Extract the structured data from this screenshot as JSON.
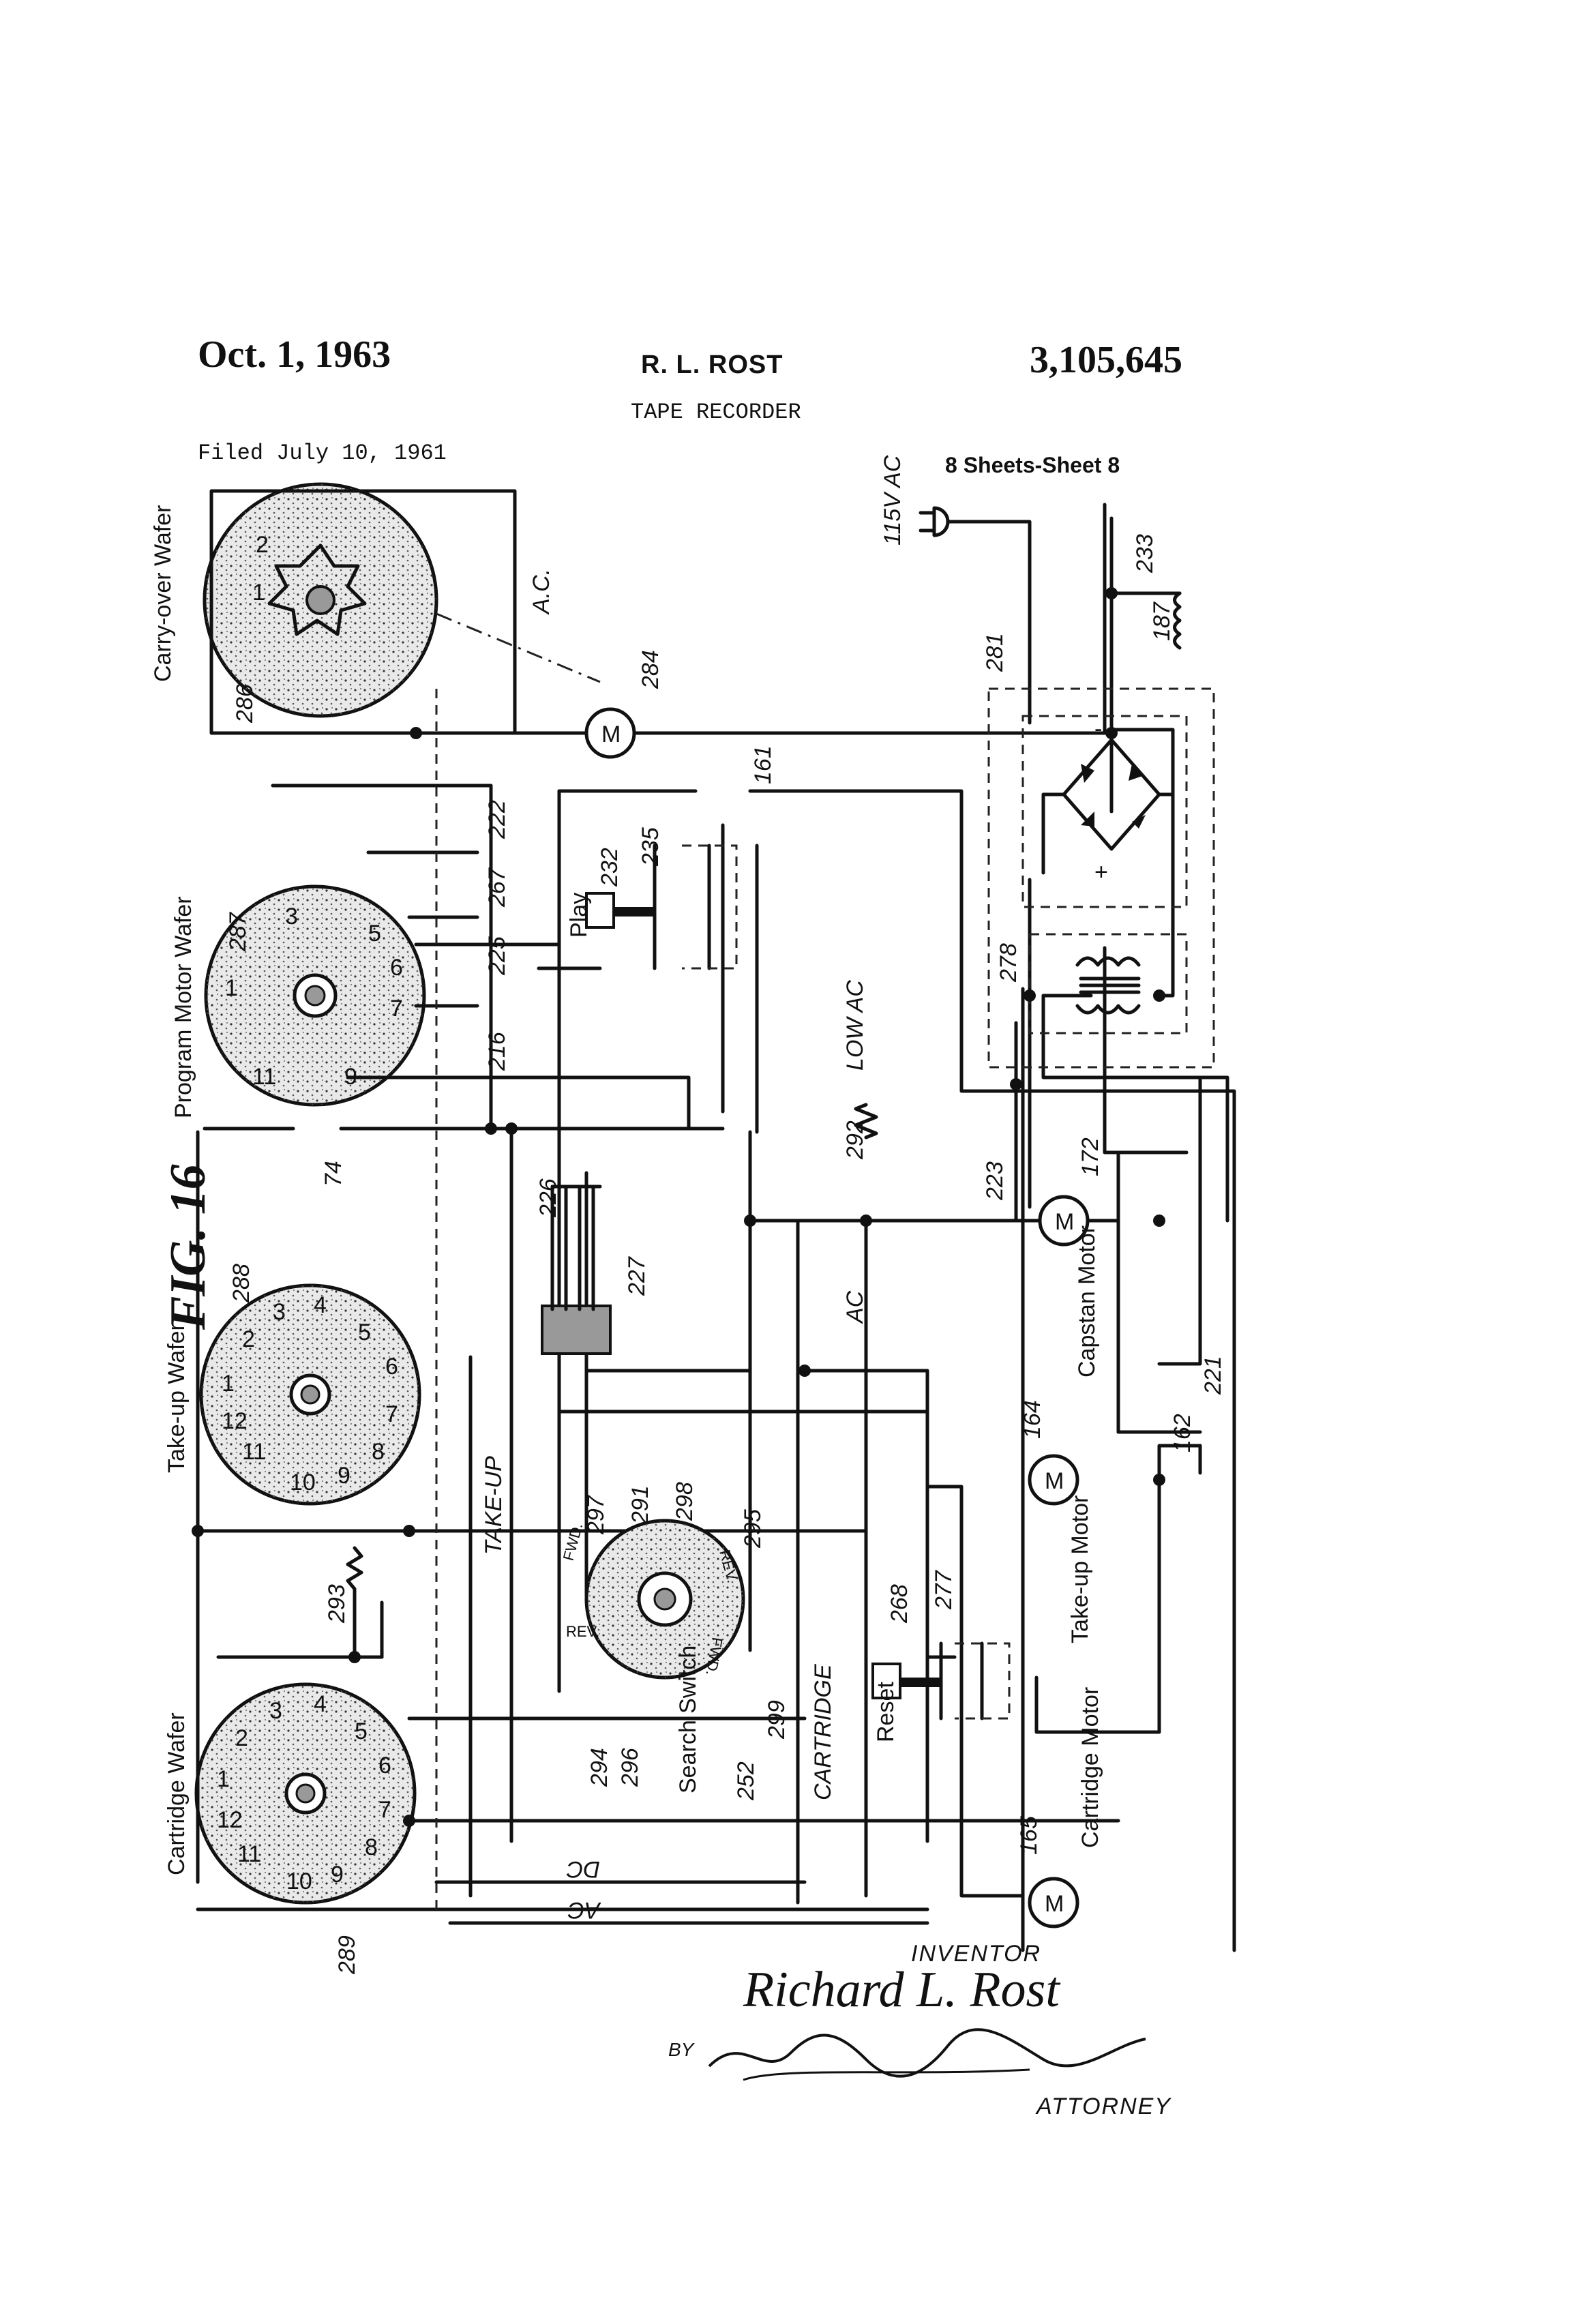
{
  "header": {
    "date": "Oct. 1, 1963",
    "inventor_name": "R. L. ROST",
    "patent_number": "3,105,645",
    "title": "TAPE RECORDER",
    "filed": "Filed July 10, 1961",
    "sheets": "8 Sheets-Sheet 8"
  },
  "figure": {
    "label": "FIG. 16",
    "wafers": {
      "carry_over": "Carry-over Wafer",
      "program_motor": "Program Motor Wafer",
      "take_up": "Take-up Wafer",
      "cartridge": "Cartridge Wafer"
    },
    "components": {
      "play": "Play",
      "search_switch": "Search Switch",
      "reset": "Reset",
      "capstan_motor": "Capstan Motor",
      "take_up_motor": "Take-up Motor",
      "cartridge_motor": "Cartridge Motor",
      "motor_symbol": "M"
    },
    "lines": {
      "ac_top": "A.C.",
      "low_ac": "LOW AC",
      "ac_mid": "AC",
      "take_up": "TAKE-UP",
      "cartridge": "CARTRIDGE",
      "dc": "DC",
      "ac_bottom": "AC",
      "supply": "115V AC"
    },
    "search_switch_positions": {
      "fwd_top": "FWD.",
      "rev_top": "REV.",
      "rev_bottom": "REV.",
      "fwd_bottom": "FWD."
    },
    "rectifier_marks": {
      "minus": "-",
      "plus": "+"
    },
    "reference_numerals": {
      "n286": "286",
      "n284": "284",
      "n287": "287",
      "n216": "216",
      "n225": "225",
      "n267": "267",
      "n222": "222",
      "n232": "232",
      "n235": "235",
      "n161": "161",
      "n74": "74",
      "n288": "288",
      "n226": "226",
      "n227": "227",
      "n292": "292",
      "n293": "293",
      "n297": "297",
      "n291": "291",
      "n298": "298",
      "n295": "295",
      "n294": "294",
      "n296": "296",
      "n252": "252",
      "n299": "299",
      "n289": "289",
      "n268": "268",
      "n277": "277",
      "n164": "164",
      "n165": "165",
      "n162": "162",
      "n221": "221",
      "n172": "172",
      "n223": "223",
      "n278": "278",
      "n281": "281",
      "n187": "187",
      "n233": "233"
    },
    "contact_numbers": {
      "carry_over": [
        "1",
        "2"
      ],
      "program": [
        "1",
        "3",
        "5",
        "6",
        "7",
        "9",
        "11"
      ],
      "take_up": [
        "1",
        "2",
        "3",
        "4",
        "5",
        "6",
        "7",
        "8",
        "9",
        "10",
        "11",
        "12"
      ],
      "cartridge": [
        "1",
        "2",
        "3",
        "4",
        "5",
        "6",
        "7",
        "8",
        "9",
        "10",
        "11",
        "12"
      ]
    }
  },
  "signature": {
    "inventor_label": "INVENTOR",
    "inventor_signature": "Richard L. Rost",
    "by": "BY",
    "attorney_label": "ATTORNEY"
  }
}
